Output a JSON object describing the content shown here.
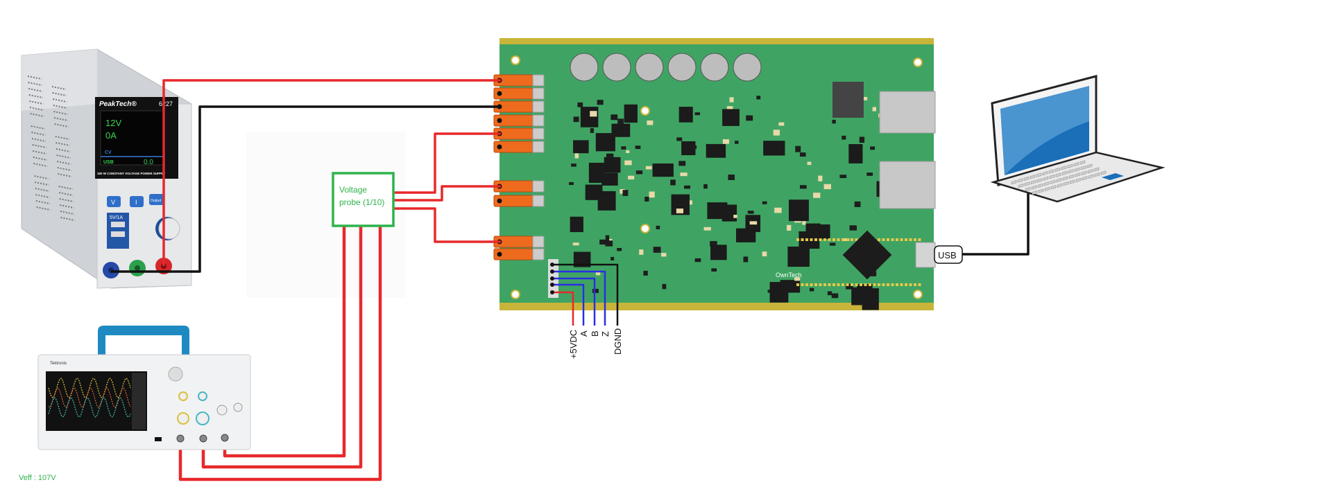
{
  "power_supply": {
    "brand": "PeakTech®",
    "model": "6227",
    "display_voltage": "12V",
    "display_current": "0A",
    "display_mode": "CV",
    "display_usb": "USB",
    "display_usb_current": "0.0",
    "caption": "150 W CONSTANT VOLTAGE POWER SUPPLY",
    "button_v": "V",
    "button_i": "I",
    "button_output": "Output",
    "usb_port_label": "5V/1A"
  },
  "voltage_probe": {
    "label_line1": "Voltage",
    "label_line2": "probe (1/10)"
  },
  "oscilloscope": {
    "brand": "Tektronix",
    "measurement": "Veff : 107V"
  },
  "board": {
    "brand": "OwnTech",
    "connector_labels": [
      "+5VDC",
      "A",
      "B",
      "Z",
      "DGND"
    ]
  },
  "laptop": {
    "usb_label": "USB"
  },
  "colors": {
    "wire_red": "#e8282b",
    "wire_black": "#111111",
    "wire_blue": "#2a2ee6",
    "probe_green": "#2db34a",
    "pcb_green": "#3fa463",
    "pcb_edge": "#c9b43a",
    "terminal_orange": "#ee6b1e"
  }
}
